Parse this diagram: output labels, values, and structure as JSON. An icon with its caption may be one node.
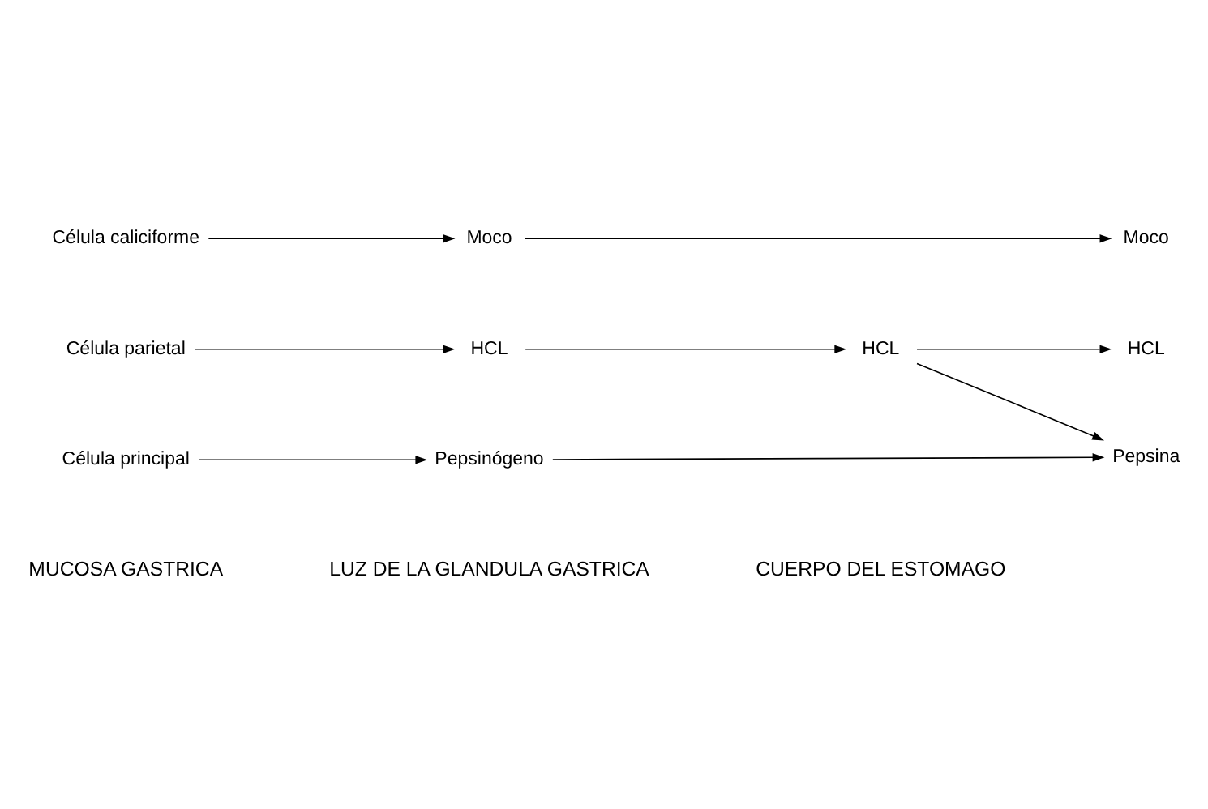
{
  "diagram": {
    "nodes": [
      {
        "text": [
          "Célula parietal"
        ]
      },
      {
        "text": [
          "HCL"
        ]
      },
      {
        "text": [
          "HCL"
        ]
      },
      {
        "text": [
          "HCL"
        ]
      },
      {
        "text": [
          "Célula principal"
        ]
      },
      {
        "text": [
          "Pepsinógeno"
        ]
      },
      {
        "text": [
          "Pepsina"
        ]
      },
      {
        "text": [
          "Célula caliciforme"
        ]
      },
      {
        "text": [
          "Moco"
        ]
      },
      {
        "text": [
          "Moco"
        ]
      }
    ],
    "edges": [
      {
        "from": 0,
        "to": 1,
        "arrow": "to"
      },
      {
        "from": 1,
        "to": 2,
        "arrow": "to"
      },
      {
        "from": 2,
        "to": 3,
        "arrow": "to"
      },
      {
        "from": 2,
        "to": 6,
        "arrow": "to"
      },
      {
        "from": 4,
        "to": 5,
        "arrow": "to"
      },
      {
        "from": 5,
        "to": 6,
        "arrow": "to"
      },
      {
        "from": 7,
        "to": 8,
        "arrow": "to"
      },
      {
        "from": 8,
        "to": 9,
        "arrow": "to"
      }
    ],
    "labels": [
      "MUCOSA GASTRICA",
      "LUZ DE LA GLANDULA GASTRICA",
      "CUERPO DEL ESTOMAGO"
    ]
  }
}
